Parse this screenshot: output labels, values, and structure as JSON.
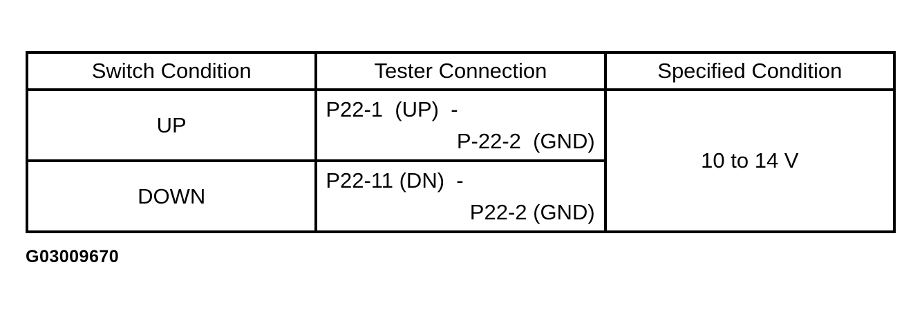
{
  "table": {
    "headers": [
      "Switch Condition",
      "Tester Connection",
      "Specified Condition"
    ],
    "rows": [
      {
        "switch_condition": "UP",
        "tester_connection": {
          "line1": "P22-1  (UP)  -",
          "line2": "P-22-2  (GND)"
        }
      },
      {
        "switch_condition": "DOWN",
        "tester_connection": {
          "line1": "P22-11 (DN)  -",
          "line2": "P22-2 (GND)"
        }
      }
    ],
    "specified_condition": "10 to 14 V"
  },
  "caption": "G03009670",
  "colors": {
    "background": "#ffffff",
    "border": "#000000",
    "text": "#000000"
  }
}
